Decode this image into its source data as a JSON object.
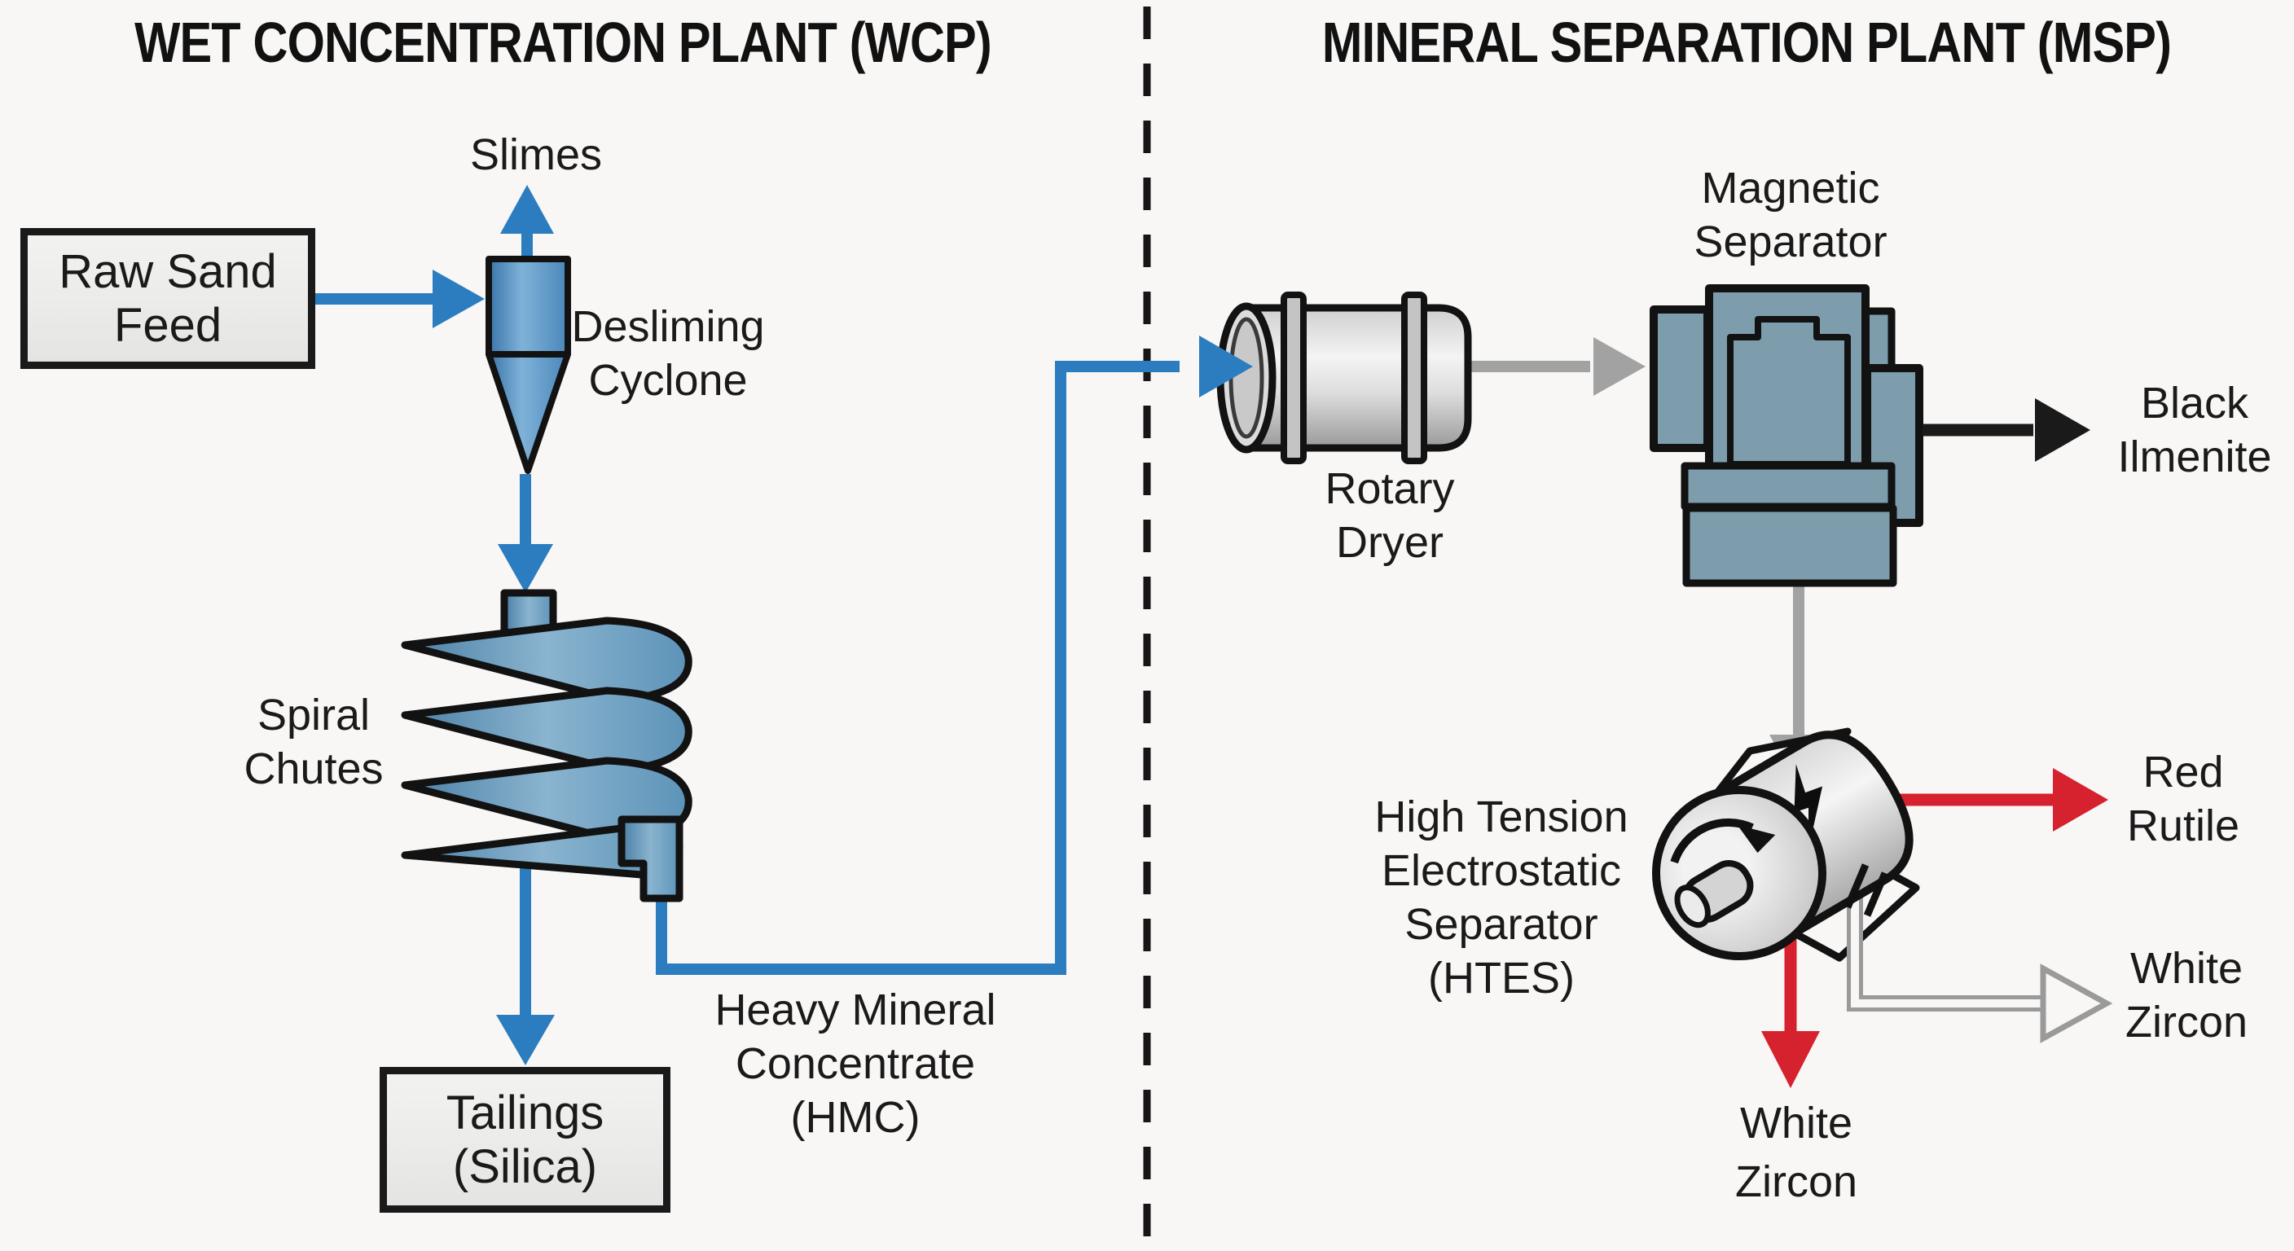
{
  "diagram": {
    "type": "process-flow",
    "subject": "Mineral sands processing"
  },
  "wcp": {
    "title": "WET CONCENTRATION PLANT (WCP)",
    "slimes_label": "Slimes",
    "raw_sand_feed_label": "Raw Sand\nFeed",
    "desliming_cyclone_label": "Desliming\nCyclone",
    "spiral_chutes_label": "Spiral\nChutes",
    "tailings_label": "Tailings\n(Silica)",
    "hmc_label": "Heavy Mineral\nConcentrate\n(HMC)"
  },
  "msp": {
    "title": "MINERAL SEPARATION PLANT (MSP)",
    "rotary_dryer_label": "Rotary\nDryer",
    "magnetic_separator_label": "Magnetic\nSeparator",
    "black_ilmenite_label": "Black\nIlmenite",
    "htes_label": "High Tension\nElectrostatic\nSeparator\n(HTES)",
    "red_rutile_label": "Red\nRutile",
    "white_zircon_right_label": "White\nZircon",
    "white_zircon_bottom_label": "White\nZircon"
  },
  "icons": [
    "desliming-cyclone-icon",
    "spiral-chutes-icon",
    "rotary-dryer-icon",
    "magnetic-separator-icon",
    "htes-drum-icon",
    "lightning-bolt-icon",
    "rotation-arrow-icon",
    "electrode-plate-icon",
    "capacitor-icon",
    "flow-arrow-icon"
  ],
  "colors": {
    "background": "#f8f7f5",
    "blue": "#2b7dc0",
    "gray": "#a2a2a2",
    "red": "#d6212e",
    "dark": "#1a1a1a",
    "steel_blue": "#7e9dac",
    "spiral_blue": "#5d93b8",
    "device_gray": "#c9c9c9",
    "box_fill": "#ededeb"
  }
}
